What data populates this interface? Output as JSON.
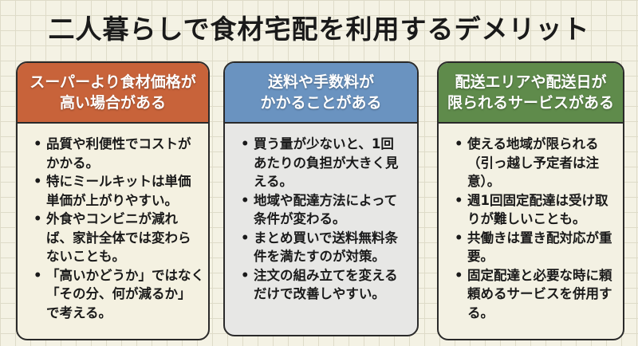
{
  "title": "二人暮らしで食材宅配を利用するデメリット",
  "cards": [
    {
      "color": "#c8633a",
      "heading": [
        "スーパーより食材価格が",
        "高い場合がある"
      ],
      "bullets": [
        [
          "品質や利便性でコストが",
          "かかる。"
        ],
        [
          "特にミールキットは単価",
          "単価が上がりやすい。"
        ],
        [
          "外食やコンビニが減れ",
          "ば、家計全体では変わら",
          "ないことも。"
        ],
        [
          "「高いかどうか」ではなく",
          "「その分、何が減るか」",
          "で考える。"
        ]
      ]
    },
    {
      "color": "#6a93c0",
      "heading": [
        "送料や手数料が",
        "かかることがある"
      ],
      "bullets": [
        [
          "買う量が少ないと、1回",
          "あたりの負担が大きく見",
          "える。"
        ],
        [
          "地域や配達方法によって",
          "条件が変わる。"
        ],
        [
          "まとめ買いで送料無料条",
          "件を満たすのが対策。"
        ],
        [
          "注文の組み立てを変える",
          "だけで改善しやすい。"
        ]
      ]
    },
    {
      "color": "#5f8b4b",
      "heading": [
        "配送エリアや配送日が",
        "限られるサービスがある"
      ],
      "bullets": [
        [
          "使える地域が限られる",
          "（引っ越し予定者は注",
          "意）。"
        ],
        [
          "週1回固定配達は受け取",
          "りが難しいことも。"
        ],
        [
          "共働きは置き配対応が重",
          "要。"
        ],
        [
          "固定配達と必要な時に頼",
          "頼めるサービスを併用す",
          "る。"
        ]
      ]
    }
  ]
}
